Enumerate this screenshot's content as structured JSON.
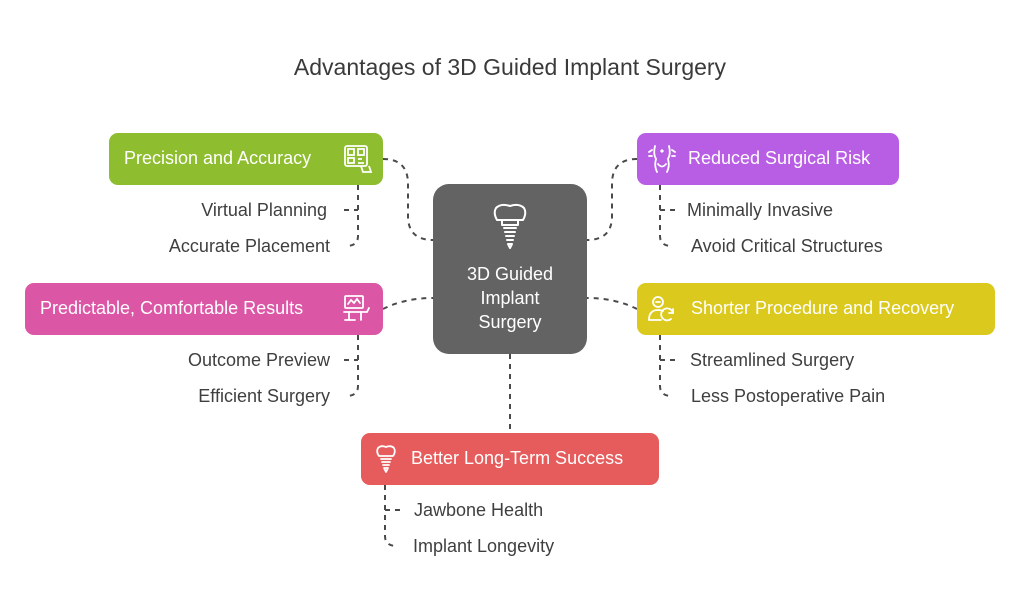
{
  "title": "Advantages of 3D Guided Implant Surgery",
  "center": {
    "label": "3D Guided\nImplant\nSurgery",
    "icon": "dental-implant-icon"
  },
  "branches": {
    "precision": {
      "label": "Precision and Accuracy",
      "color": "#8ebd2f",
      "icon": "qr-code-icon",
      "items": [
        "Virtual Planning",
        "Accurate Placement"
      ]
    },
    "predictable": {
      "label": "Predictable, Comfortable Results",
      "color": "#dc56a6",
      "icon": "dental-chair-monitor-icon",
      "items": [
        "Outcome Preview",
        "Efficient Surgery"
      ]
    },
    "risk": {
      "label": "Reduced Surgical Risk",
      "color": "#b85ee4",
      "icon": "body-torso-icon",
      "items": [
        "Minimally Invasive",
        "Avoid Critical Structures"
      ]
    },
    "recovery": {
      "label": "Shorter Procedure and Recovery",
      "color": "#dcc91d",
      "icon": "person-refresh-icon",
      "items": [
        "Streamlined Surgery",
        "Less Postoperative Pain"
      ]
    },
    "success": {
      "label": "Better Long-Term Success",
      "color": "#e65c5c",
      "icon": "implant-icon",
      "items": [
        "Jawbone Health",
        "Implant Longevity"
      ]
    }
  }
}
